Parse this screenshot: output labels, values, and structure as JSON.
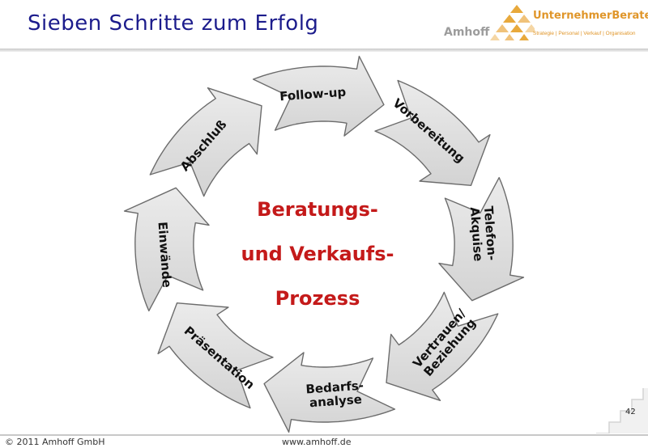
{
  "slide": {
    "title": "Sieben Schritte zum Erfolg",
    "page_number": "42"
  },
  "logo": {
    "company": "Amhoff",
    "brand": "UnternehmerBerater",
    "tagline": "Strategie | Personal | Verkauf | Organisation"
  },
  "footer": {
    "copyright": "© 2011 Amhoff GmbH",
    "website": "www.amhoff.de"
  },
  "diagram": {
    "center": [
      "Beratungs-",
      "und Verkaufs-",
      "Prozess"
    ],
    "steps": [
      {
        "id": "follow-up",
        "lines": [
          "Follow-up"
        ]
      },
      {
        "id": "vorbereitung",
        "lines": [
          "Vorbereitung"
        ]
      },
      {
        "id": "telefon-akquise",
        "lines": [
          "Telefon-",
          "Akquise"
        ]
      },
      {
        "id": "vertrauen-beziehung",
        "lines": [
          "Vertrauen/",
          "Beziehung"
        ]
      },
      {
        "id": "bedarfsanalyse",
        "lines": [
          "Bedarfs-",
          "analyse"
        ]
      },
      {
        "id": "praesentation",
        "lines": [
          "Präsentation"
        ]
      },
      {
        "id": "einwaende",
        "lines": [
          "Einwände"
        ]
      },
      {
        "id": "abschluss",
        "lines": [
          "Abschluß"
        ]
      }
    ]
  },
  "colors": {
    "title": "#1c1c8c",
    "center_text": "#c41a1a",
    "arrow_fill": "#dedede",
    "arrow_stroke": "#6c6c6c",
    "logo_orange": "#e0962a"
  }
}
